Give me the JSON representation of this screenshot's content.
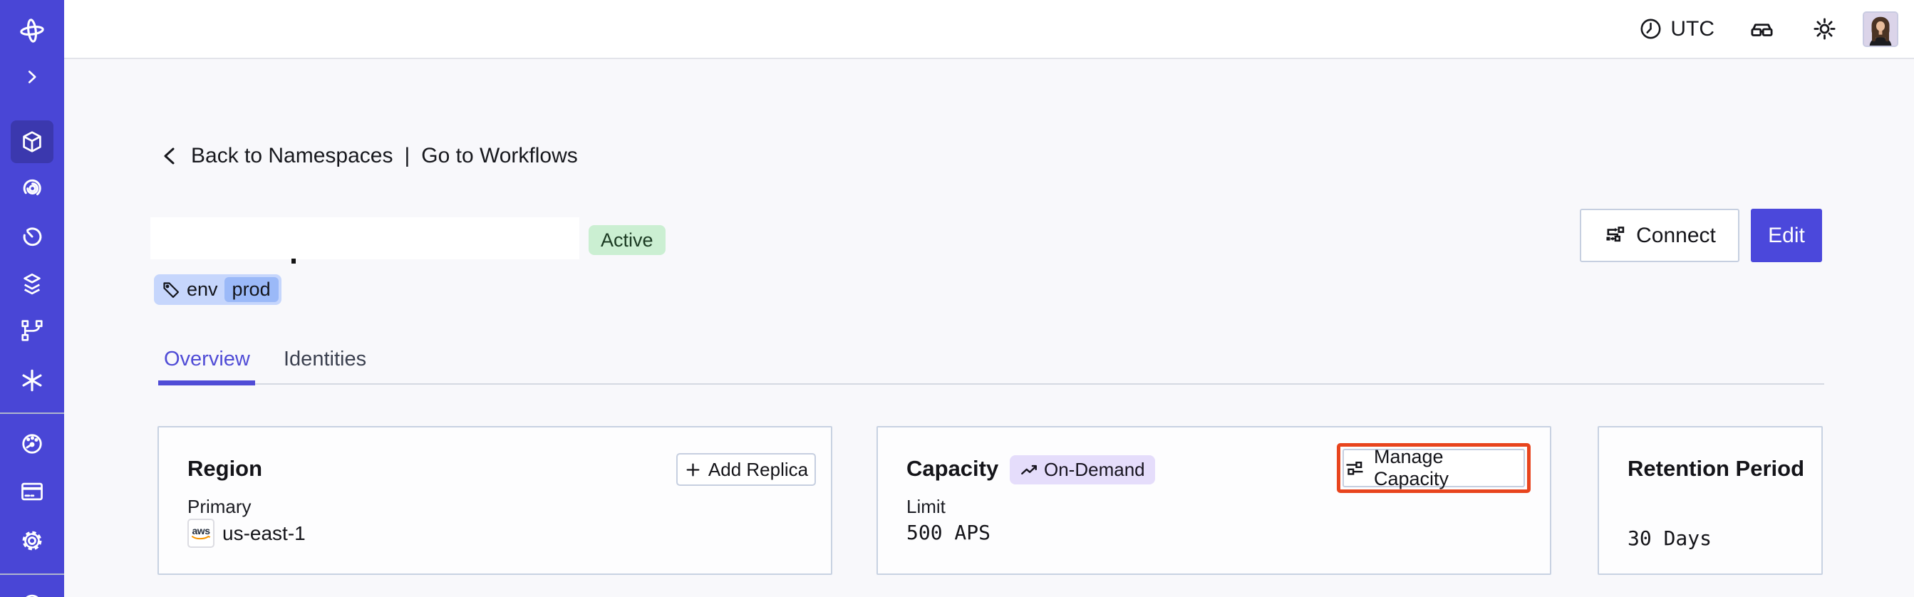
{
  "topbar": {
    "timezone_label": "UTC"
  },
  "breadcrumb": {
    "back_label": "Back to Namespaces",
    "separator": "|",
    "workflows_label": "Go to Workflows"
  },
  "namespace": {
    "status_badge": "Active",
    "tag_key": "env",
    "tag_value": "prod"
  },
  "actions": {
    "connect_label": "Connect",
    "edit_label": "Edit"
  },
  "tabs": {
    "overview": "Overview",
    "identities": "Identities"
  },
  "cards": {
    "region": {
      "title": "Region",
      "plus": "+",
      "add_replica_label": "Add Replica",
      "primary_label": "Primary",
      "provider_label": "aws",
      "region_value": "us-east-1"
    },
    "capacity": {
      "title": "Capacity",
      "badge": "On-Demand",
      "manage_label": "Manage Capacity",
      "limit_label": "Limit",
      "limit_value": "500 APS"
    },
    "retention": {
      "title": "Retention Period",
      "value": "30 Days"
    }
  },
  "icons": {
    "temporal-logo-icon": "four-point pinwheel",
    "expand-chevron-icon": "›",
    "namespaces-icon": "cube",
    "workflows-icon": "spiral",
    "schedules-icon": "timer",
    "deployments-icon": "layers",
    "worker-versioning-icon": "branch",
    "nexus-icon": "asterisk",
    "usage-icon": "gauge",
    "billing-icon": "credit-card",
    "settings-icon": "gear",
    "support-icon": "circle (partially cut off)",
    "clock-icon": "clock",
    "labs-icon": "glasses",
    "theme-icon": "sun",
    "back-chevron-icon": "‹",
    "tag-icon": "label tag",
    "connect-icon": "flow with squares",
    "plus-icon": "+",
    "trending-up-icon": "↗",
    "sliders-icon": "horizontal sliders",
    "aws-icon": "aws smile logo"
  },
  "colors": {
    "sidebar": "#4946D6",
    "sidebar_active": "#3B38AE",
    "accent": "#4B48DB",
    "status_active_bg": "#CBEFD2",
    "tag_bg": "#C6D6FC",
    "tag_value_bg": "#9BB9F8",
    "ondemand_bg": "#E5DDFB",
    "annotation_red": "#E8441D"
  }
}
